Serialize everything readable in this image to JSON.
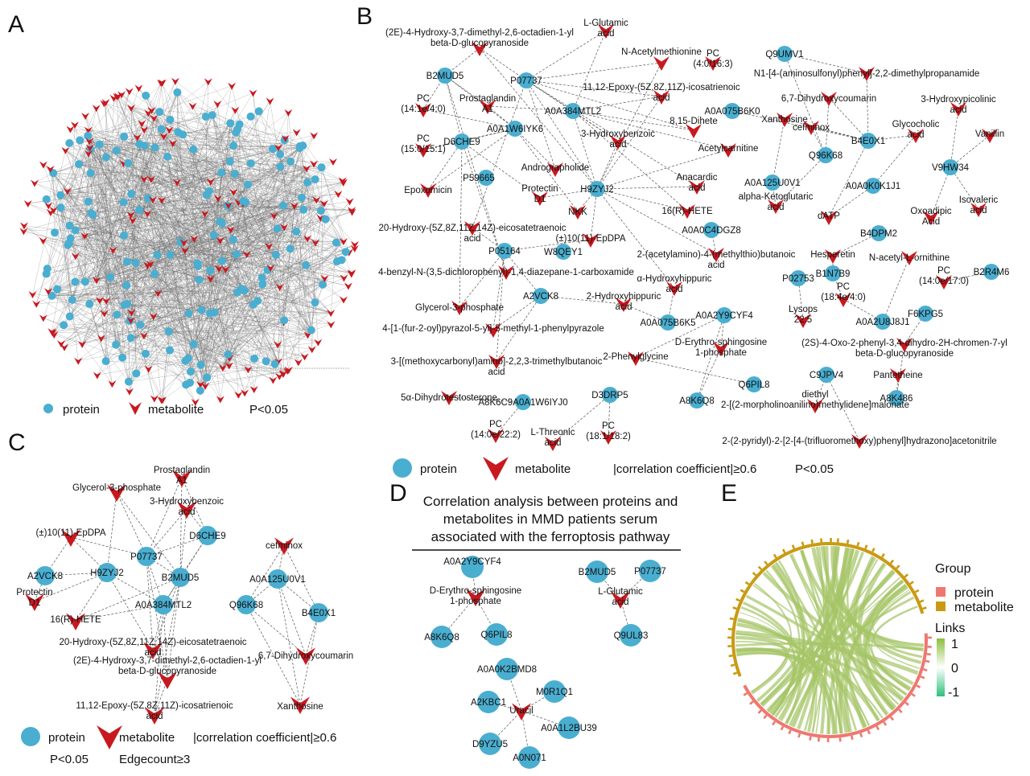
{
  "colors": {
    "protein": "#4aaed0",
    "metabolite": "#c8191f",
    "edge": "#6a6a6a",
    "chord": "#a5c466",
    "arc_protein": "#ee7870",
    "arc_metabolite": "#c99a14"
  },
  "panel_labels": [
    "A",
    "B",
    "C",
    "D",
    "E"
  ],
  "panel_a": {
    "legend_protein": "protein",
    "legend_metabolite": "metabolite",
    "p_value": "P<0.05"
  },
  "panel_b": {
    "nodes": [
      {
        "t": "p",
        "l": "B2MUD5"
      },
      {
        "t": "p",
        "l": "P07737"
      },
      {
        "t": "p",
        "l": "A0A384MTL2"
      },
      {
        "t": "p",
        "l": "A0A1W6IYK6"
      },
      {
        "t": "p",
        "l": "D6CHE9"
      },
      {
        "t": "p",
        "l": "P59665"
      },
      {
        "t": "p",
        "l": "H9ZYJ2"
      },
      {
        "t": "p",
        "l": "P05164"
      },
      {
        "t": "p",
        "l": "W8QEY1"
      },
      {
        "t": "p",
        "l": "A2VCK8"
      },
      {
        "t": "p",
        "l": "A0A0C4DGZ8"
      },
      {
        "t": "p",
        "l": "A0A075B6K5"
      },
      {
        "t": "p",
        "l": "A0A2Y9CYF4"
      },
      {
        "t": "p",
        "l": "Q6PIL8"
      },
      {
        "t": "p",
        "l": "A8K6Q8"
      },
      {
        "t": "p",
        "l": "D3DRP5"
      },
      {
        "t": "p",
        "l": "A8K6C9A0A1W6IYJ0"
      },
      {
        "t": "p",
        "l": "Q9UMV1"
      },
      {
        "t": "p",
        "l": "A0A075B6K0"
      },
      {
        "t": "p",
        "l": "B4E0X1"
      },
      {
        "t": "p",
        "l": "Q96K68"
      },
      {
        "t": "p",
        "l": "A0A125U0V1"
      },
      {
        "t": "p",
        "l": "A0A0K0K1J1"
      },
      {
        "t": "p",
        "l": "V9HW34"
      },
      {
        "t": "p",
        "l": "B4DPM2"
      },
      {
        "t": "p",
        "l": "P02753"
      },
      {
        "t": "p",
        "l": "B1N7B9"
      },
      {
        "t": "p",
        "l": "B2R4M6"
      },
      {
        "t": "p",
        "l": "F6KPG5"
      },
      {
        "t": "p",
        "l": "A0A2U8J8J1"
      },
      {
        "t": "p",
        "l": "C9JPV4"
      },
      {
        "t": "p",
        "l": "A8K486"
      },
      {
        "t": "m",
        "l": "(2E)-4-Hydroxy-3,7-dimethyl-2,6-octadien-1-yl\nbeta-D-glucopyranoside"
      },
      {
        "t": "m",
        "l": "L-Glutamic\nacid"
      },
      {
        "t": "m",
        "l": "N-Acetylmethionine"
      },
      {
        "t": "m",
        "l": "PC\n(4:0/16:3)"
      },
      {
        "t": "m",
        "l": "11,12-Epoxy-(5Z,8Z,11Z)-icosatrienoic\nacid"
      },
      {
        "t": "m",
        "l": "PC\n(14:1e/4:0)"
      },
      {
        "t": "m",
        "l": "Prostaglandin\nA1"
      },
      {
        "t": "m",
        "l": "PC\n(15:0/15:1)"
      },
      {
        "t": "m",
        "l": "3-Hydroxybenzoic\nacid"
      },
      {
        "t": "m",
        "l": "8,15-Dihete"
      },
      {
        "t": "m",
        "l": "Acetylcarnitine"
      },
      {
        "t": "m",
        "l": "Andrographolide"
      },
      {
        "t": "m",
        "l": "Epoxomicin"
      },
      {
        "t": "m",
        "l": "Protectin\nD1"
      },
      {
        "t": "m",
        "l": "NKK"
      },
      {
        "t": "m",
        "l": "16(R)-HETE"
      },
      {
        "t": "m",
        "l": "Anacardic\nacid"
      },
      {
        "t": "m",
        "l": "20-Hydroxy-(5Z,8Z,11Z,14Z)-eicosatetraenoic\nacid"
      },
      {
        "t": "m",
        "l": "(±)10(11)-EpDPA"
      },
      {
        "t": "m",
        "l": "4-benzyl-N-(3,5-dichlorophenyl)-1,4-diazepane-1-carboxamide"
      },
      {
        "t": "m",
        "l": "2-(acetylamino)-4-(methylthio)butanoic\nacid"
      },
      {
        "t": "m",
        "l": "α-Hydroxyhippuric\nacid"
      },
      {
        "t": "m",
        "l": "Glycerol-3-phosphate"
      },
      {
        "t": "m",
        "l": "2-Hydroxyhippuric\nacid"
      },
      {
        "t": "m",
        "l": "4-[1-(fur-2-oyl)pyrazol-5-yl]-5-methyl-1-phenylpyrazole"
      },
      {
        "t": "m",
        "l": "2-Phenylglycine"
      },
      {
        "t": "m",
        "l": "3-[(methoxycarbonyl)amino]-2,2,3-trimethylbutanoic\nacid"
      },
      {
        "t": "m",
        "l": "D-Erythro-sphingosine\n1-phosphate"
      },
      {
        "t": "m",
        "l": "5α-Dihydrotestosterone"
      },
      {
        "t": "m",
        "l": "PC\n(14:0e/22:2)"
      },
      {
        "t": "m",
        "l": "L-Threonic\nacid"
      },
      {
        "t": "m",
        "l": "PC\n(18:1/18:2)"
      },
      {
        "t": "m",
        "l": "N1-[4-(aminosulfonyl)phenyl]-2,2-dimethylpropanamide"
      },
      {
        "t": "m",
        "l": "6,7-Dihydroxycoumarin"
      },
      {
        "t": "m",
        "l": "Xanthosine"
      },
      {
        "t": "m",
        "l": "cefminox"
      },
      {
        "t": "m",
        "l": "3-Hydroxypicolinic\nacid"
      },
      {
        "t": "m",
        "l": "Glycocholic\nacid"
      },
      {
        "t": "m",
        "l": "Vanillin"
      },
      {
        "t": "m",
        "l": "alpha-Ketoglutaric\nacid"
      },
      {
        "t": "m",
        "l": "dATP"
      },
      {
        "t": "m",
        "l": "Oxoadipic\nAcid"
      },
      {
        "t": "m",
        "l": "Isovaleric\nacid"
      },
      {
        "t": "m",
        "l": "Hesperetin"
      },
      {
        "t": "m",
        "l": "N-acetyl-L-ornithine"
      },
      {
        "t": "m",
        "l": "PC\n(14:0e/17:0)"
      },
      {
        "t": "m",
        "l": "PC\n(18:4e/4:0)"
      },
      {
        "t": "m",
        "l": "Lysops\n22:5"
      },
      {
        "t": "m",
        "l": "(2S)-4-Oxo-2-phenyl-3,4-dihydro-2H-chromen-7-yl\nbeta-D-glucopyranoside"
      },
      {
        "t": "m",
        "l": "Pantetheine"
      },
      {
        "t": "m",
        "l": "diethyl\n2-[(2-morpholinoanilino)methylidene]malonate"
      },
      {
        "t": "m",
        "l": "2-(2-pyridyl)-2-[2-[4-(trifluoromethoxy)phenyl]hydrazono]acetonitrile"
      }
    ],
    "legend_protein": "protein",
    "legend_metabolite": "metabolite",
    "legend_corr": "|correlation coefficient|≥0.6",
    "legend_p": "P<0.05"
  },
  "panel_c": {
    "nodes": [
      {
        "t": "m",
        "l": "Prostaglandin\nA1"
      },
      {
        "t": "m",
        "l": "Glycerol-3-phosphate"
      },
      {
        "t": "m",
        "l": "3-Hydroxybenzoic\nacid"
      },
      {
        "t": "m",
        "l": "(±)10(11)-EpDPA"
      },
      {
        "t": "p",
        "l": "P07737"
      },
      {
        "t": "p",
        "l": "D6CHE9"
      },
      {
        "t": "p",
        "l": "A2VCK8"
      },
      {
        "t": "p",
        "l": "H9ZYJ2"
      },
      {
        "t": "p",
        "l": "B2MUD5"
      },
      {
        "t": "p",
        "l": "A0A384MTL2"
      },
      {
        "t": "m",
        "l": "Protectin\nD1"
      },
      {
        "t": "m",
        "l": "16(R)-HETE"
      },
      {
        "t": "m",
        "l": "20-Hydroxy-(5Z,8Z,11Z,14Z)-eicosatetraenoic\nacid"
      },
      {
        "t": "m",
        "l": "(2E)-4-Hydroxy-3,7-dimethyl-2,6-octadien-1-yl\nbeta-D-glucopyranoside"
      },
      {
        "t": "m",
        "l": "11,12-Epoxy-(5Z,8Z,11Z)-icosatrienoic\nacid"
      },
      {
        "t": "m",
        "l": "cefminox"
      },
      {
        "t": "p",
        "l": "A0A125U0V1"
      },
      {
        "t": "p",
        "l": "Q96K68"
      },
      {
        "t": "p",
        "l": "B4E0X1"
      },
      {
        "t": "m",
        "l": "6,7-Dihydroxycoumarin"
      },
      {
        "t": "m",
        "l": "Xanthosine"
      }
    ],
    "legend_protein": "protein",
    "legend_metabolite": "metabolite",
    "legend_corr": "|correlation coefficient|≥0.6",
    "legend_p": "P<0.05",
    "legend_edge": "Edgecount≥3"
  },
  "panel_d": {
    "title_lines": [
      "Correlation analysis between proteins and",
      "metabolites in MMD patients serum",
      "associated with the ferroptosis pathway"
    ],
    "nodes": [
      {
        "t": "p",
        "l": "A0A2Y9CYF4"
      },
      {
        "t": "m",
        "l": "D-Erythro-sphingosine\n1-phosphate"
      },
      {
        "t": "p",
        "l": "A8K6Q8"
      },
      {
        "t": "p",
        "l": "Q6PIL8"
      },
      {
        "t": "p",
        "l": "B2MUD5"
      },
      {
        "t": "p",
        "l": "P07737"
      },
      {
        "t": "m",
        "l": "L-Glutamic\nacid"
      },
      {
        "t": "p",
        "l": "Q9UL83"
      },
      {
        "t": "p",
        "l": "A0A0K2BMD8"
      },
      {
        "t": "p",
        "l": "M0R1Q1"
      },
      {
        "t": "p",
        "l": "A2KBC1"
      },
      {
        "t": "m",
        "l": "Uracil"
      },
      {
        "t": "p",
        "l": "A0A1L2BU39"
      },
      {
        "t": "p",
        "l": "D9YZU5"
      },
      {
        "t": "p",
        "l": "A0N071"
      }
    ]
  },
  "panel_e": {
    "legend_title": "Group",
    "legend_protein": "protein",
    "legend_metabolite": "metabolite",
    "links_title": "Links",
    "links_ticks": [
      "1",
      "0",
      "-1"
    ]
  }
}
